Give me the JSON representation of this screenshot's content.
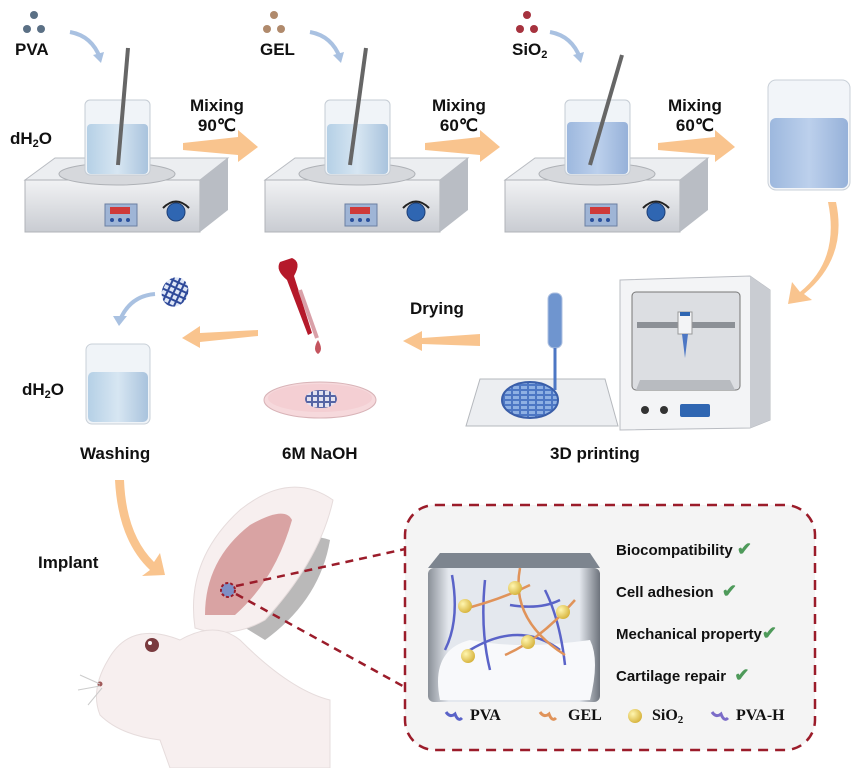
{
  "step1": {
    "reagent": "PVA",
    "solvent_prefix": "dH",
    "solvent_sub": "2",
    "solvent_suffix": "O"
  },
  "arrow1": {
    "line1": "Mixing",
    "line2": "90℃"
  },
  "step2": {
    "reagent": "GEL"
  },
  "arrow2": {
    "line1": "Mixing",
    "line2": "60℃"
  },
  "step3": {
    "reagent_prefix": "SiO",
    "reagent_sub": "2"
  },
  "arrow3": {
    "line1": "Mixing",
    "line2": "60℃"
  },
  "printing": {
    "label": "3D printing"
  },
  "drying": {
    "label": "Drying"
  },
  "naoh": {
    "label": "6M NaOH"
  },
  "washing": {
    "label": "Washing",
    "solvent_prefix": "dH",
    "solvent_sub": "2",
    "solvent_suffix": "O"
  },
  "implant": {
    "label": "Implant"
  },
  "properties": [
    {
      "label": "Biocompatibility",
      "check": "✔"
    },
    {
      "label": "Cell adhesion",
      "check": "✔"
    },
    {
      "label": "Mechanical property",
      "check": "✔"
    },
    {
      "label": "Cartilage repair",
      "check": "✔"
    }
  ],
  "legend": [
    {
      "label": "PVA",
      "color": "#5a63c8"
    },
    {
      "label": "GEL",
      "color": "#e0935a"
    },
    {
      "label_prefix": "SiO",
      "label_sub": "2",
      "color": "#f2d34a"
    },
    {
      "label": "PVA-H",
      "color": "#7b6cc8"
    }
  ],
  "colors": {
    "arrow": "#f9c48e",
    "dashed_border": "#9b1c2a",
    "check": "#4e9a5a",
    "liquid": "#a9c7e8",
    "ear_inner": "#d9a3a3"
  }
}
